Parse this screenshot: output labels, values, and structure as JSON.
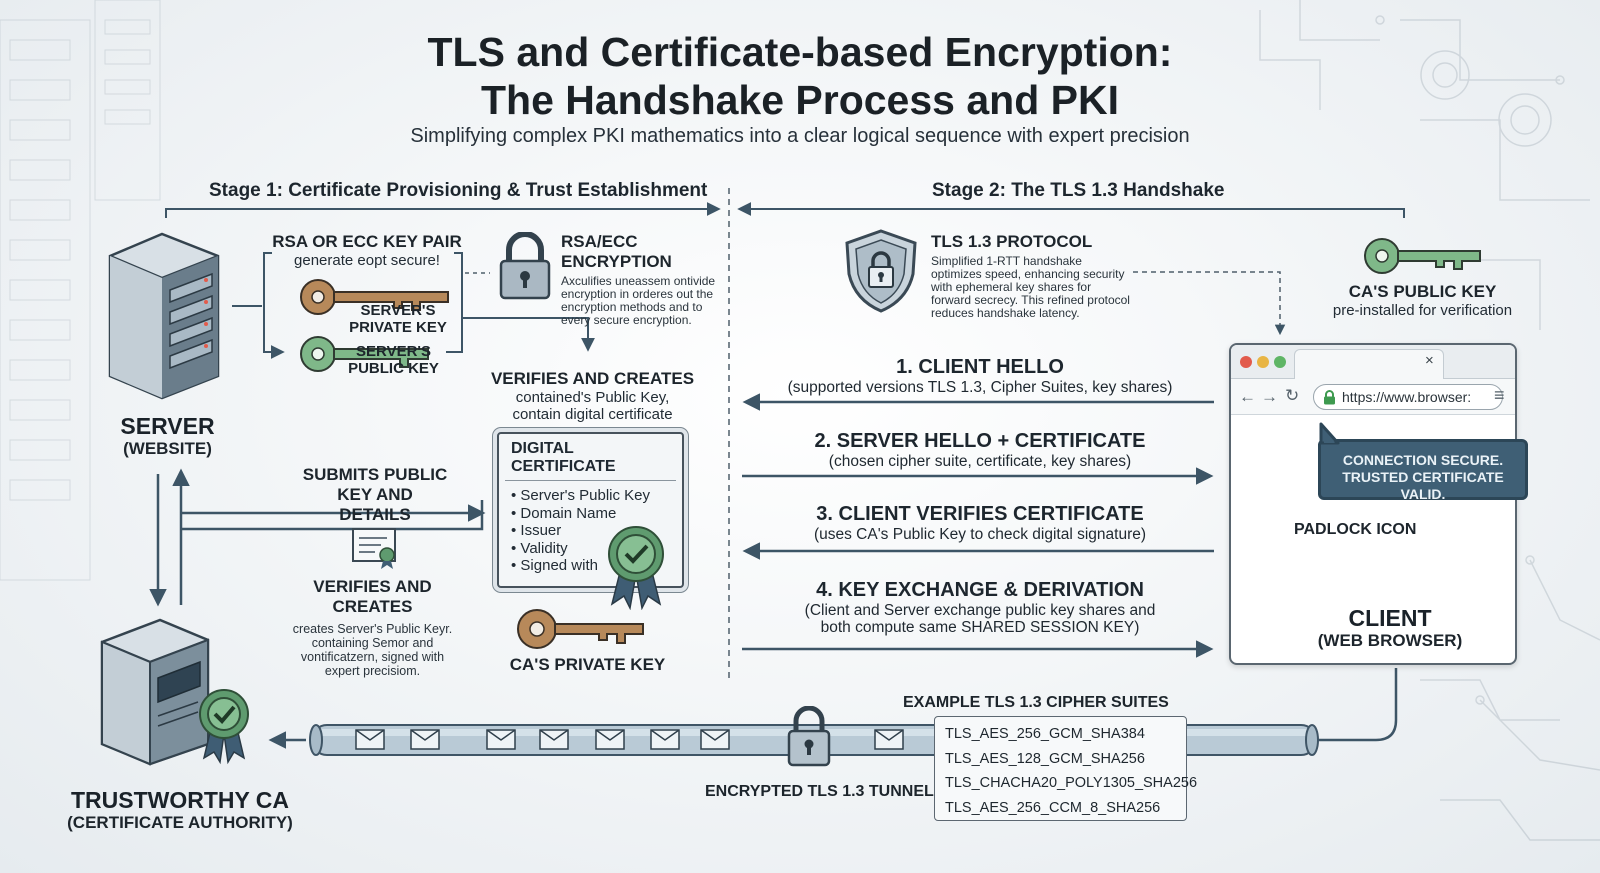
{
  "title_line1": "TLS and Certificate-based Encryption:",
  "title_line2": "The Handshake Process and PKI",
  "subtitle": "Simplifying complex PKI mathematics into a clear logical sequence with expert precision",
  "stage1": "Stage 1: Certificate Provisioning & Trust Establishment",
  "stage2": "Stage 2: The TLS 1.3 Handshake",
  "server": {
    "name": "SERVER",
    "sub": "(WEBSITE)"
  },
  "ca": {
    "name": "TRUSTWORTHY CA",
    "sub": "(CERTIFICATE AUTHORITY)"
  },
  "keypair": {
    "title": "RSA OR ECC KEY PAIR",
    "sub": "generate eopt secure!",
    "private_key": "SERVER'S PRIVATE KEY",
    "public_key": "SERVER'S PUBLIC KEY"
  },
  "rsa_ecc": {
    "title": "RSA/ECC ENCRYPTION",
    "desc": "Axculifies uneassem ontivide encryption in orderes out the encryption methods and to every secure encryption."
  },
  "verifies_top": {
    "title": "VERIFIES AND CREATES",
    "desc": "contained's Public Key, contain digital certificate"
  },
  "certificate": {
    "title": "DIGITAL CERTIFICATE",
    "items": [
      "Server's Public Key",
      "Domain Name",
      "Issuer",
      "Validity",
      "Signed with"
    ]
  },
  "submits": "SUBMITS PUBLIC KEY AND DETAILS",
  "verifies_bottom": {
    "title": "VERIFIES AND CREATES",
    "desc": "creates Server's Public Keyr. containing Semor and vontificatzern, signed with expert precisiom."
  },
  "ca_private_key": "CA'S PRIVATE KEY",
  "tls13": {
    "title": "TLS 1.3 PROTOCOL",
    "desc": "Simplified 1-RTT handshake optimizes speed, enhancing security with ephemeral key shares for forward secrecy. This refined protocol reduces handshake latency."
  },
  "ca_public_key": {
    "title": "CA'S PUBLIC KEY",
    "sub": "pre-installed for verification"
  },
  "steps": [
    {
      "title": "1. CLIENT HELLO",
      "desc": "(supported versions TLS 1.3, Cipher Suites, key shares)",
      "direction": "to-server"
    },
    {
      "title": "2. SERVER HELLO + CERTIFICATE",
      "desc": "(chosen cipher suite, certificate, key shares)",
      "direction": "to-client"
    },
    {
      "title": "3. CLIENT VERIFIES CERTIFICATE",
      "desc": "(uses CA's Public Key to check digital signature)",
      "direction": "to-server"
    },
    {
      "title": "4. KEY EXCHANGE & DERIVATION",
      "desc": "(Client and Server exchange public key shares and both compute same SHARED SESSION KEY)",
      "direction": "to-client"
    }
  ],
  "browser": {
    "url": "https://www.browser:",
    "close": "×",
    "tooltip": "CONNECTION SECURE. TRUSTED CERTIFICATE VALID.",
    "padlock_label": "PADLOCK ICON",
    "client_name": "CLIENT",
    "client_sub": "(WEB BROWSER)"
  },
  "tunnel_label": "ENCRYPTED TLS 1.3 TUNNEL",
  "cipher_suites": {
    "title": "EXAMPLE TLS 1.3 CIPHER SUITES",
    "items": [
      "TLS_AES_256_GCM_SHA384",
      "TLS_AES_128_GCM_SHA256",
      "TLS_CHACHA20_POLY1305_SHA256",
      "TLS_AES_256_CCM_8_SHA256"
    ]
  },
  "colors": {
    "arrow": "#3d5566",
    "private_key": "#b7895a",
    "public_key": "#7fb889",
    "seal": "#5f9b6f",
    "tooltip": "#3f5f75"
  }
}
